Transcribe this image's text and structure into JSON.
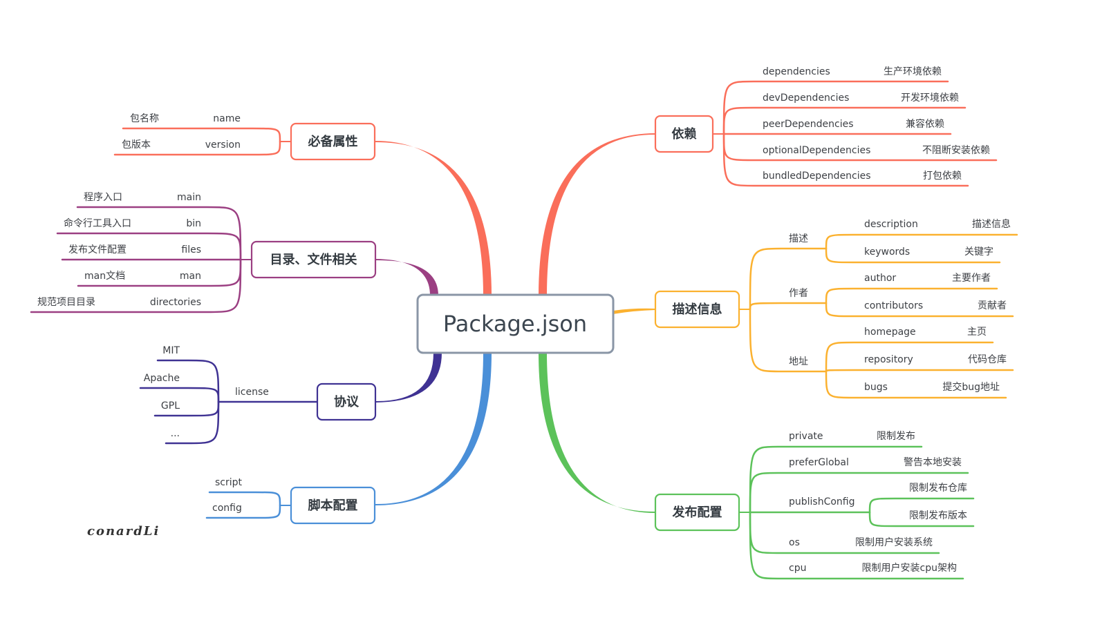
{
  "root": {
    "label": "Package.json",
    "border_color": "#8a96a6"
  },
  "signature": "conardLi",
  "branches": [
    {
      "id": "required",
      "label": "必备属性",
      "color": "#fa6e5a",
      "children": [
        {
          "key": "name",
          "desc": "包名称"
        },
        {
          "key": "version",
          "desc": "包版本"
        }
      ]
    },
    {
      "id": "files",
      "label": "目录、文件相关",
      "color": "#9b3f82",
      "children": [
        {
          "key": "main",
          "desc": "程序入口"
        },
        {
          "key": "bin",
          "desc": "命令行工具入口"
        },
        {
          "key": "files",
          "desc": "发布文件配置"
        },
        {
          "key": "man",
          "desc": "man文档"
        },
        {
          "key": "directories",
          "desc": "规范项目目录"
        }
      ]
    },
    {
      "id": "license",
      "label": "协议",
      "color": "#3f3293",
      "key": "license",
      "children": [
        {
          "desc": "MIT"
        },
        {
          "desc": "Apache"
        },
        {
          "desc": "GPL"
        },
        {
          "desc": "..."
        }
      ]
    },
    {
      "id": "scripts",
      "label": "脚本配置",
      "color": "#4a8fd8",
      "children": [
        {
          "key": "script"
        },
        {
          "key": "config"
        }
      ]
    },
    {
      "id": "deps",
      "label": "依赖",
      "color": "#fa6e5a",
      "children": [
        {
          "key": "dependencies",
          "desc": "生产环境依赖"
        },
        {
          "key": "devDependencies",
          "desc": "开发环境依赖"
        },
        {
          "key": "peerDependencies",
          "desc": "兼容依赖"
        },
        {
          "key": "optionalDependencies",
          "desc": "不阻断安装依赖"
        },
        {
          "key": "bundledDependencies",
          "desc": "打包依赖"
        }
      ]
    },
    {
      "id": "desc",
      "label": "描述信息",
      "color": "#fbb12f",
      "groups": [
        {
          "label": "描述",
          "children": [
            {
              "key": "description",
              "desc": "描述信息"
            },
            {
              "key": "keywords",
              "desc": "关键字"
            }
          ]
        },
        {
          "label": "作者",
          "children": [
            {
              "key": "author",
              "desc": "主要作者"
            },
            {
              "key": "contributors",
              "desc": "贡献者"
            }
          ]
        },
        {
          "label": "地址",
          "children": [
            {
              "key": "homepage",
              "desc": "主页"
            },
            {
              "key": "repository",
              "desc": "代码仓库"
            },
            {
              "key": "bugs",
              "desc": "提交bug地址"
            }
          ]
        }
      ]
    },
    {
      "id": "publish",
      "label": "发布配置",
      "color": "#5cc25a",
      "children": [
        {
          "key": "private",
          "desc": "限制发布"
        },
        {
          "key": "preferGlobal",
          "desc": "警告本地安装"
        },
        {
          "key": "publishConfig",
          "subs": [
            "限制发布仓库",
            "限制发布版本"
          ]
        },
        {
          "key": "os",
          "desc": "限制用户安装系统"
        },
        {
          "key": "cpu",
          "desc": "限制用户安装cpu架构"
        }
      ]
    }
  ]
}
